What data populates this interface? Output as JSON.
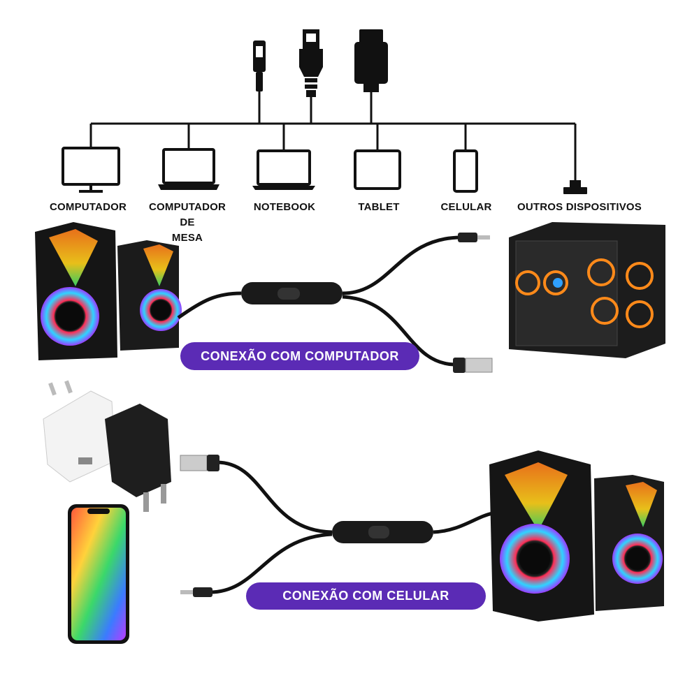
{
  "devices": [
    {
      "label": "COMPUTADOR",
      "icon": "monitor-icon"
    },
    {
      "label": "COMPUTADOR\nDE\nMESA",
      "icon": "laptop-icon"
    },
    {
      "label": "NOTEBOOK",
      "icon": "notebook-icon"
    },
    {
      "label": "TABLET",
      "icon": "tablet-icon"
    },
    {
      "label": "CELULAR",
      "icon": "phone-icon"
    },
    {
      "label": "OUTROS DISPOSITIVOS",
      "icon": "plug-icon"
    }
  ],
  "connections": {
    "computer_label": "CONEXÃO COM COMPUTADOR",
    "phone_label": "CONEXÃO COM CELULAR"
  },
  "colors": {
    "pill": "#5b2bb5",
    "line": "#111111"
  }
}
